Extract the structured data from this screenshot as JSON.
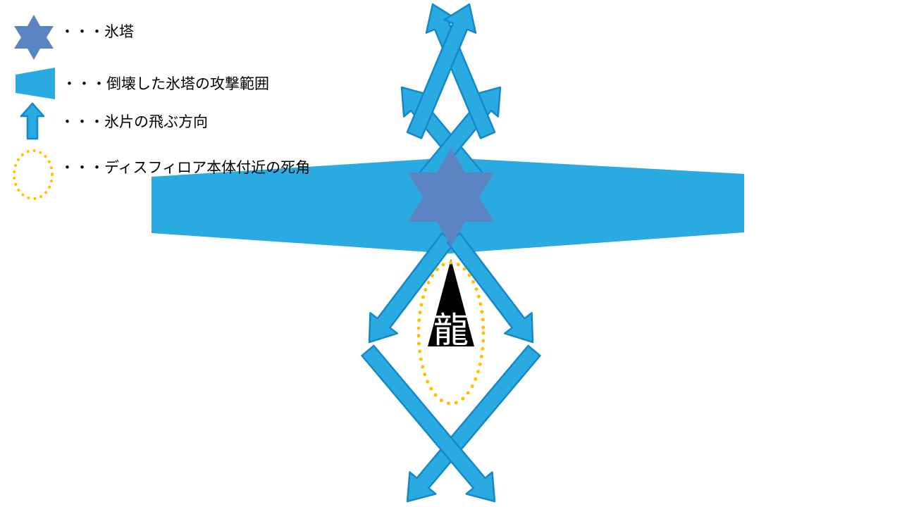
{
  "colors": {
    "background_white": "#FFFFFF",
    "range_blue": "#29ABE2",
    "arrow_blue": "#29ABE2",
    "arrow_outline": "#1588C8",
    "tower_blue": "#5B84C3",
    "blindspot_yellow": "#FFC000",
    "dragon_black": "#000000",
    "dragon_text_white": "#FFFFFF",
    "text_black": "#000000"
  },
  "legend": {
    "items": [
      {
        "icon": "ice-tower-star-icon",
        "label": "・・・氷塔"
      },
      {
        "icon": "collapsed-range-icon",
        "label": "・・・倒壊した氷塔の攻撃範囲"
      },
      {
        "icon": "shard-arrow-icon",
        "label": "・・・氷片の飛ぶ方向"
      },
      {
        "icon": "blind-spot-icon",
        "label": "・・・ディスフィロア本体付近の死角"
      }
    ]
  },
  "diagram": {
    "dragon_label": "龍"
  }
}
